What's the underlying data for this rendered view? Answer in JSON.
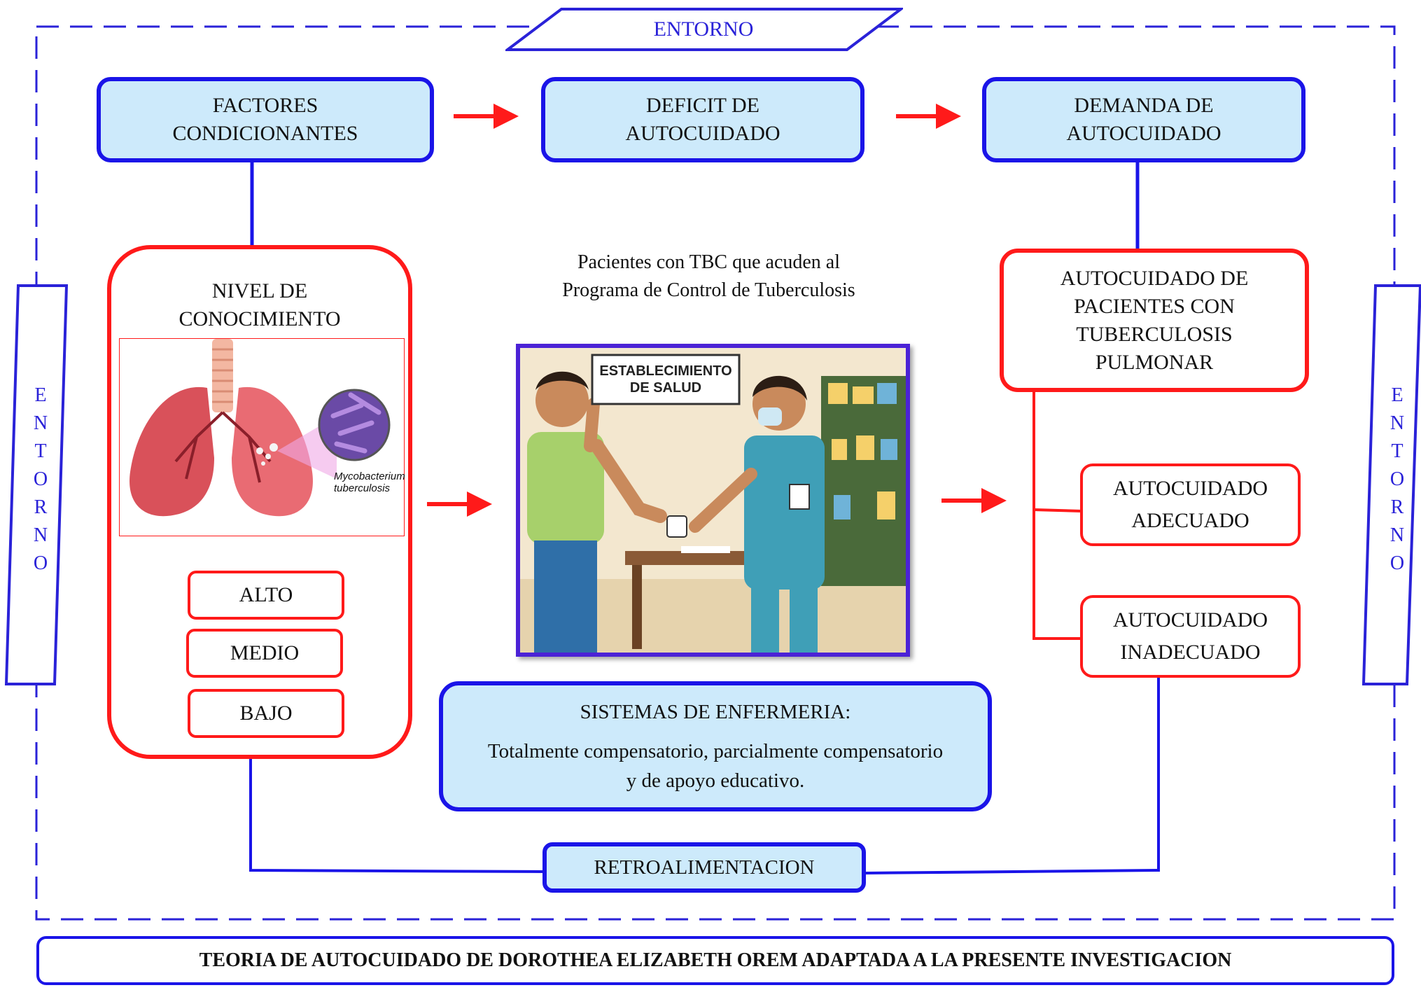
{
  "environment_labels": {
    "top": "ENTORNO",
    "left": "ENTORNO",
    "right": "ENTORNO"
  },
  "top_boxes": {
    "factores": "FACTORES\nCONDICIONANTES",
    "deficit": "DEFICIT DE\nAUTOCUIDADO",
    "demanda": "DEMANDA DE\nAUTOCUIDADO"
  },
  "knowledge": {
    "title": "NIVEL DE\nCONOCIMIENTO",
    "image_caption": "Mycobacterium\ntuberculosis",
    "levels": [
      "ALTO",
      "MEDIO",
      "BAJO"
    ]
  },
  "patients": {
    "caption": "Pacientes con TBC que acuden al\nPrograma de Control de Tuberculosis",
    "sign_text": "ESTABLECIMIENTO\nDE SALUD"
  },
  "outcome": {
    "title": "AUTOCUIDADO DE\nPACIENTES CON\nTUBERCULOSIS\nPULMONAR",
    "adequate": "AUTOCUIDADO\nADECUADO",
    "inadequate": "AUTOCUIDADO\nINADECUADO"
  },
  "nursing": {
    "title": "SISTEMAS DE ENFERMERIA:",
    "body": "Totalmente compensatorio, parcialmente compensatorio\ny de apoyo educativo."
  },
  "feedback": "RETROALIMENTACION",
  "footer": "TEORIA DE AUTOCUIDADO DE DOROTHEA ELIZABETH OREM ADAPTADA A LA PRESENTE INVESTIGACION",
  "colors": {
    "blue_border": "#1a14e8",
    "red_border": "#ff1a1a",
    "light_blue_fill": "#cdeafb",
    "arrow": "#ff1a1a"
  }
}
